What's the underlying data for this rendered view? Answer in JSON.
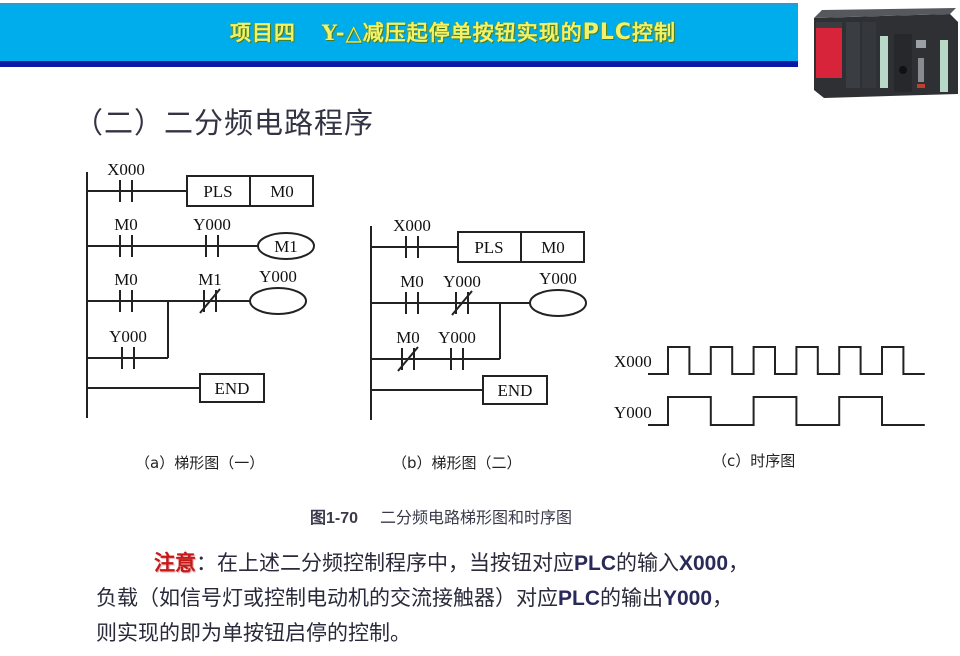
{
  "header": {
    "project": "项目四",
    "title_prefix": "Y-△减压起停单按钮实现的",
    "title_latin": "PLC",
    "title_suffix": "控制",
    "bar_color": "#00adec",
    "underline_color": "#0a18a8",
    "text_color": "#f2f268",
    "image": "plc-module-photo"
  },
  "section_title": "（二）二分频电路程序",
  "diagram_a": {
    "caption": "（a）梯形图（一）",
    "rungs": [
      {
        "contacts": [
          {
            "label": "X000",
            "type": "NO"
          }
        ],
        "output": {
          "kind": "instruction",
          "op": "PLS",
          "operand": "M0"
        }
      },
      {
        "contacts": [
          {
            "label": "M0",
            "type": "NO"
          },
          {
            "label": "Y000",
            "type": "NO"
          }
        ],
        "output": {
          "kind": "coil",
          "label": "M1"
        }
      },
      {
        "contacts": [
          {
            "label": "M0",
            "type": "NO"
          },
          {
            "label": "M1",
            "type": "NC"
          }
        ],
        "parallel": {
          "label": "Y000",
          "type": "NO"
        },
        "output": {
          "kind": "coil",
          "label": "Y000"
        }
      },
      {
        "output": {
          "kind": "end",
          "label": "END"
        }
      }
    ]
  },
  "diagram_b": {
    "caption": "（b）梯形图（二）",
    "rungs": [
      {
        "contacts": [
          {
            "label": "X000",
            "type": "NO"
          }
        ],
        "output": {
          "kind": "instruction",
          "op": "PLS",
          "operand": "M0"
        }
      },
      {
        "contacts": [
          {
            "label": "M0",
            "type": "NO"
          },
          {
            "label": "Y000",
            "type": "NC"
          }
        ],
        "parallel": [
          {
            "label": "M0",
            "type": "NC"
          },
          {
            "label": "Y000",
            "type": "NO"
          }
        ],
        "output": {
          "kind": "coil",
          "label": "Y000"
        }
      },
      {
        "output": {
          "kind": "end",
          "label": "END"
        }
      }
    ]
  },
  "timing": {
    "caption": "（c）时序图",
    "signals": [
      {
        "name": "X000",
        "states": [
          0,
          1,
          0,
          1,
          0,
          1,
          0,
          1,
          0,
          1,
          0,
          1,
          0
        ]
      },
      {
        "name": "Y000",
        "states": [
          0,
          1,
          1,
          0,
          0,
          1,
          1,
          0,
          0,
          1,
          1,
          0,
          0
        ]
      }
    ]
  },
  "figure_caption": {
    "number": "图1-70",
    "text": "二分频电路梯形图和时序图"
  },
  "note": {
    "highlight": "注意",
    "line1_a": "：在上述二分频控制程序中，当按钮对应",
    "line1_b": "PLC",
    "line1_c": "的输入",
    "line1_d": "X000",
    "line1_e": "，",
    "line2_a": "负载（如信号灯或控制电动机的交流接触器）对应",
    "line2_b": "PLC",
    "line2_c": "的输出",
    "line2_d": "Y000",
    "line2_e": "，",
    "line3": "则实现的即为单按钮启停的控制。"
  }
}
